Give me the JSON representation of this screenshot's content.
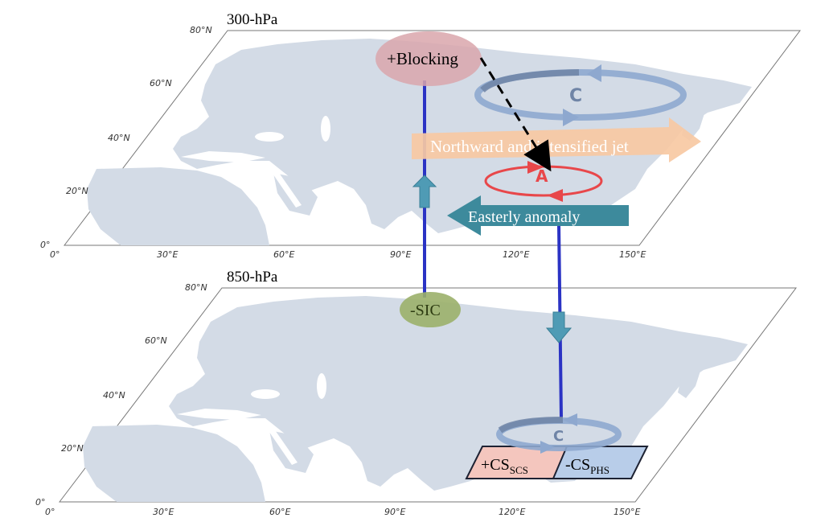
{
  "levels": {
    "upper": "300-hPa",
    "lower": "850-hPa"
  },
  "axes": {
    "lat_ticks": [
      "0°",
      "20°N",
      "40°N",
      "60°N",
      "80°N"
    ],
    "lon_ticks": [
      "0°",
      "30°E",
      "60°E",
      "90°E",
      "120°E",
      "150°E"
    ]
  },
  "labels": {
    "blocking": "+Blocking",
    "cyclone_upper": "C",
    "anticyclone": "A",
    "jet": "Northward and intensified jet",
    "easterly": "Easterly anomaly",
    "sic": "-SIC",
    "cyclone_lower": "C",
    "cs_scs_main": "+CS",
    "cs_scs_sub": "SCS",
    "cs_phs_main": "-CS",
    "cs_phs_sub": "PHS"
  },
  "colors": {
    "land": "#d3dbe6",
    "connector": "#2b33c4",
    "blocking": "#d9a6ab",
    "jet": "#f7c9a3",
    "easterly": "#3d8a9c",
    "anticyclone": "#e8474a",
    "cyclone": "#7f9cc7",
    "sic": "#9bb06a",
    "cs_scs": "#f4c6be",
    "cs_phs": "#b8cde9"
  }
}
